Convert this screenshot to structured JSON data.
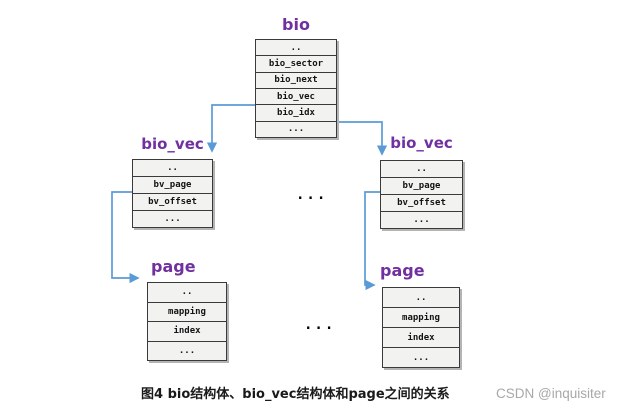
{
  "figure": {
    "caption": "图4  bio结构体、bio_vec结构体和page之间的关系",
    "watermark": "CSDN @inquisiter"
  },
  "diagram": {
    "ellipsis": "...",
    "colors": {
      "title": "#7030A0",
      "connector": "#5B9BD5",
      "cell_fill": "#F2F2F1",
      "cell_border": "#3A3A3A",
      "caption_text": "#1A1A1A",
      "watermark_text": "#A8A8A8"
    },
    "structs": [
      {
        "id": "bio",
        "title": "bio",
        "rows": [
          "..",
          "bio_sector",
          "bio_next",
          "bio_vec",
          "bio_idx",
          "..."
        ]
      },
      {
        "id": "bio-vec-left",
        "title": "bio_vec",
        "rows": [
          "..",
          "bv_page",
          "bv_offset",
          "..."
        ]
      },
      {
        "id": "bio-vec-right",
        "title": "bio_vec",
        "rows": [
          "..",
          "bv_page",
          "bv_offset",
          "..."
        ]
      },
      {
        "id": "page-left",
        "title": "page",
        "rows": [
          "..",
          "mapping",
          "index",
          "..."
        ]
      },
      {
        "id": "page-right",
        "title": "page",
        "rows": [
          "..",
          "mapping",
          "index",
          "..."
        ]
      }
    ],
    "connections": [
      {
        "from": "bio.bio_vec",
        "to": "bio_vec (left)"
      },
      {
        "from": "bio.bio_idx",
        "to": "bio_vec (right)"
      },
      {
        "from": "bio_vec(left).bv_page",
        "to": "page (left)"
      },
      {
        "from": "bio_vec(right).bv_page",
        "to": "page (right)"
      }
    ]
  }
}
